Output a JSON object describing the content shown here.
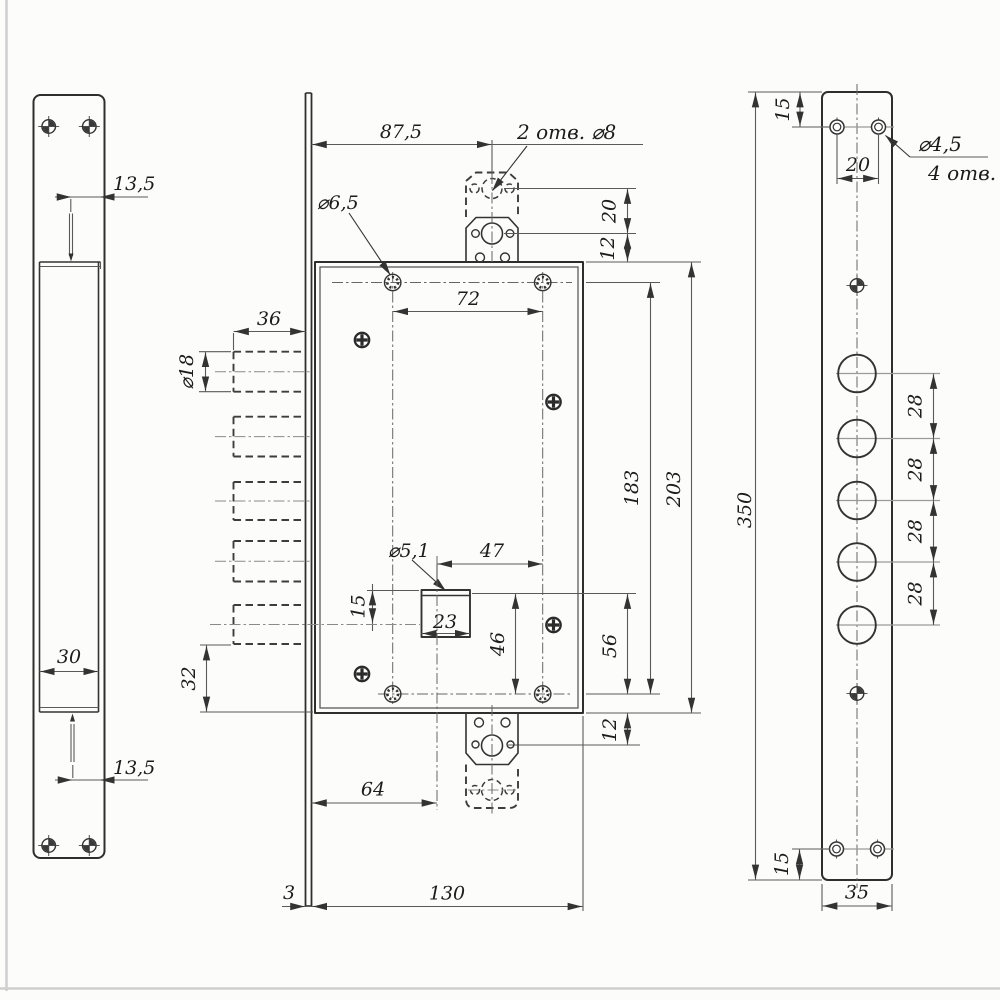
{
  "left_view": {
    "dim_top_offset": "13,5",
    "dim_case_depth": "30",
    "dim_bottom_offset": "13,5"
  },
  "front_view": {
    "dim_bracket_offset": "87,5",
    "label_bracket_holes": "2 отв. ⌀8",
    "label_corner_hole_dia": "⌀6,5",
    "dim_screw_span": "72",
    "dim_bolt_length": "36",
    "dim_bolt_dia": "⌀18",
    "dim_hole_rows_height": "183",
    "dim_body_height": "203",
    "dim_bracket_hole_pitch": "20",
    "dim_bracket_hole_to_edge": "12",
    "label_pin_hole_dia": "⌀5,1",
    "dim_key_to_screw_column": "47",
    "dim_keyhole_top_offset": "15",
    "dim_keyhole_width": "23",
    "dim_keyhole_to_bottom_row": "46",
    "dim_key_zone_height": "56",
    "dim_bottom_bracket_hole": "12",
    "dim_bolt_to_bottom": "32",
    "dim_keyhole_offset": "64",
    "dim_faceplate_thickness": "3",
    "dim_body_width": "130"
  },
  "right_view": {
    "dim_screw_top_offset": "15",
    "dim_screw_pitch": "20",
    "label_screw_dia": "⌀4,5",
    "label_screw_count": "4 отв.",
    "dim_bolt_hole_pitch": "28",
    "dim_plate_height": "350",
    "dim_screw_bottom_offset": "15",
    "dim_plate_width": "35"
  }
}
